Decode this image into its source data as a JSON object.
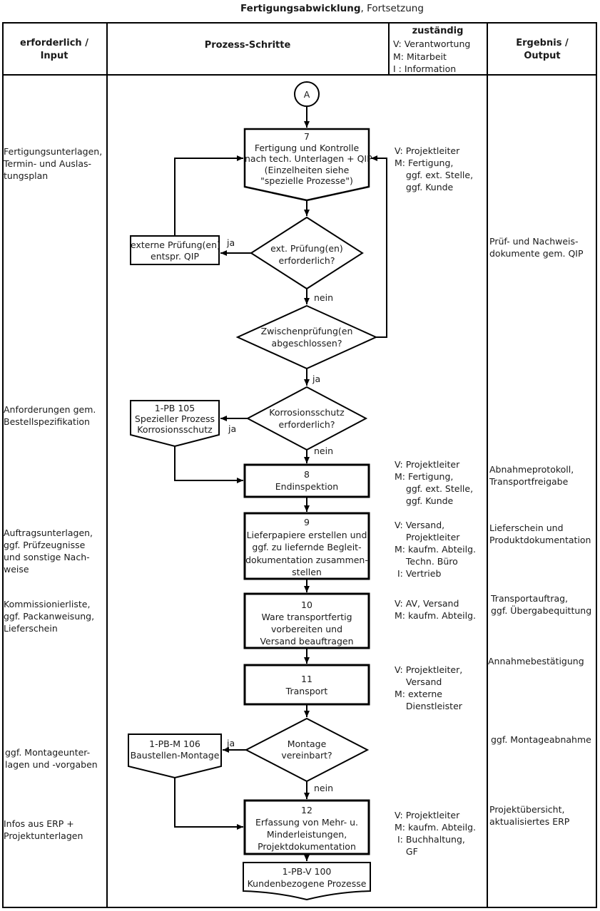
{
  "title": {
    "bold": "Fertigungsabwicklung",
    "rest": ", Fortsetzung"
  },
  "columns": {
    "input": "erforderlich /\nInput",
    "process": "Prozess-Schritte",
    "responsible": "zuständig",
    "responsible_legend": "V: Verantwortung\nM: Mitarbeit\nI : Information",
    "output": "Ergebnis /\nOutput"
  },
  "labels": {
    "yes": "ja",
    "no": "nein",
    "connector": "A"
  },
  "steps": {
    "step7": "7\nFertigung und Kontrolle\nnach tech. Unterlagen + QIP\n(Einzelheiten siehe\n\"spezielle Prozesse\")",
    "decision_ext": "ext. Prüfung(en)\nerforderlich?",
    "external_box": "externe Prüfung(en)\nentspr. QIP",
    "decision_zwischen": "Zwischenprüfung(en\nabgeschlossen?",
    "decision_korrosion": "Korrosionsschutz\nerforderlich?",
    "subprocess_korrosion": "1-PB 105\nSpezieller Prozess\nKorrosionsschutz",
    "step8": "8\nEndinspektion",
    "step9": "9\nLieferpapiere erstellen und\nggf. zu liefernde Begleit-\ndokumentation zusammen-\nstellen",
    "step10": "10\nWare transportfertig\nvorbereiten und\nVersand beauftragen",
    "step11": "11\nTransport",
    "decision_montage": "Montage\nvereinbart?",
    "subprocess_montage": "1-PB-M 106\nBaustellen-Montage",
    "step12": "12\nErfassung von Mehr- u.\nMinderleistungen,\nProjektdokumentation",
    "subprocess_kunden": "1-PB-V 100\nKundenbezogene Prozesse"
  },
  "inputs": [
    {
      "text": "Fertigungsunterlagen,\nTermin- und Auslas-\ntungsplan"
    },
    {
      "text": "Anforderungen gem.\nBestellspezifikation"
    },
    {
      "text": "Auftragsunterlagen,\nggf. Prüfzeugnisse\nund sonstige Nach-\nweise"
    },
    {
      "text": "Kommissionierliste,\nggf. Packanweisung,\nLieferschein"
    },
    {
      "text": "ggf. Montageunter-\nlagen und -vorgaben"
    },
    {
      "text": "Infos aus ERP +\nProjektunterlagen"
    }
  ],
  "responsibilities": [
    {
      "text": "V: Projektleiter\nM: Fertigung,\n    ggf. ext. Stelle,\n    ggf. Kunde"
    },
    {
      "text": "V: Projektleiter\nM: Fertigung,\n    ggf. ext. Stelle,\n    ggf. Kunde"
    },
    {
      "text": "V: Versand,\n    Projektleiter\nM: kaufm. Abteilg.\n    Techn. Büro\n I: Vertrieb"
    },
    {
      "text": "V: AV, Versand\nM: kaufm. Abteilg."
    },
    {
      "text": "V: Projektleiter,\n    Versand\nM: externe\n    Dienstleister"
    },
    {
      "text": "V: Projektleiter\nM: kaufm. Abteilg.\n I: Buchhaltung,\n    GF"
    }
  ],
  "outputs": [
    {
      "text": "Prüf- und Nachweis-\ndokumente gem. QIP"
    },
    {
      "text": "Abnahmeprotokoll,\nTransportfreigabe"
    },
    {
      "text": "Lieferschein und\nProduktdokumentation"
    },
    {
      "text": "Transportauftrag,\nggf. Übergabequittung"
    },
    {
      "text": "Annahmebestätigung"
    },
    {
      "text": "ggf. Montageabnahme"
    },
    {
      "text": "Projektübersicht,\naktualisiertes ERP"
    }
  ],
  "colors": {
    "line": "#000000",
    "text": "#1a1a1a",
    "background": "#ffffff"
  }
}
